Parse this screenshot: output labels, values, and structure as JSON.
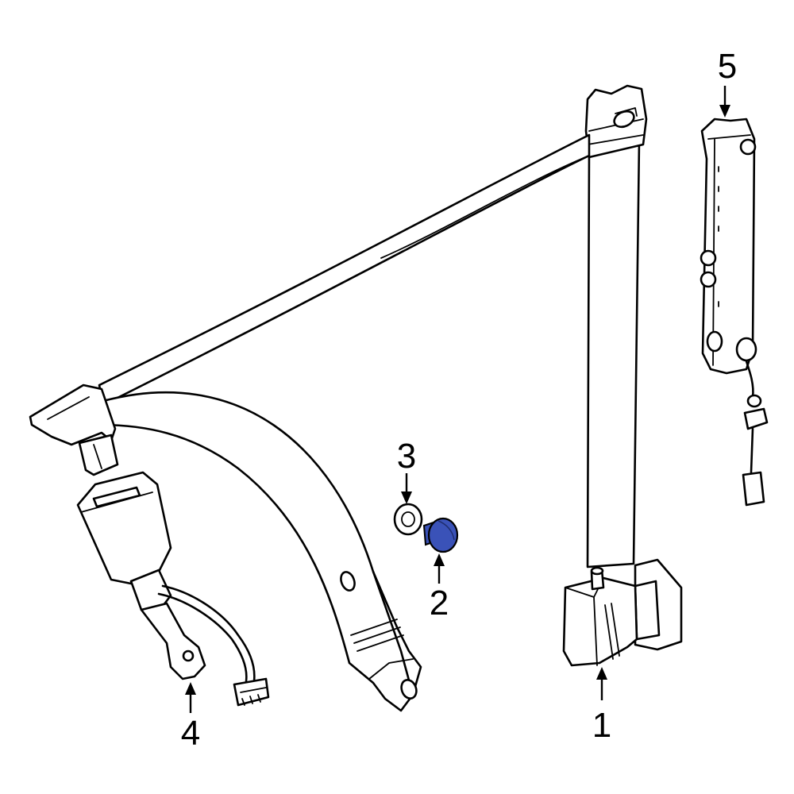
{
  "diagram": {
    "highlight_color": "#3a52b8",
    "line_color": "#000000",
    "background": "#ffffff",
    "callouts": [
      {
        "id": "1",
        "text": "1",
        "part": "retractor"
      },
      {
        "id": "2",
        "text": "2",
        "part": "bolt"
      },
      {
        "id": "3",
        "text": "3",
        "part": "washer"
      },
      {
        "id": "4",
        "text": "4",
        "part": "buckle"
      },
      {
        "id": "5",
        "text": "5",
        "part": "height-adjuster"
      }
    ]
  }
}
